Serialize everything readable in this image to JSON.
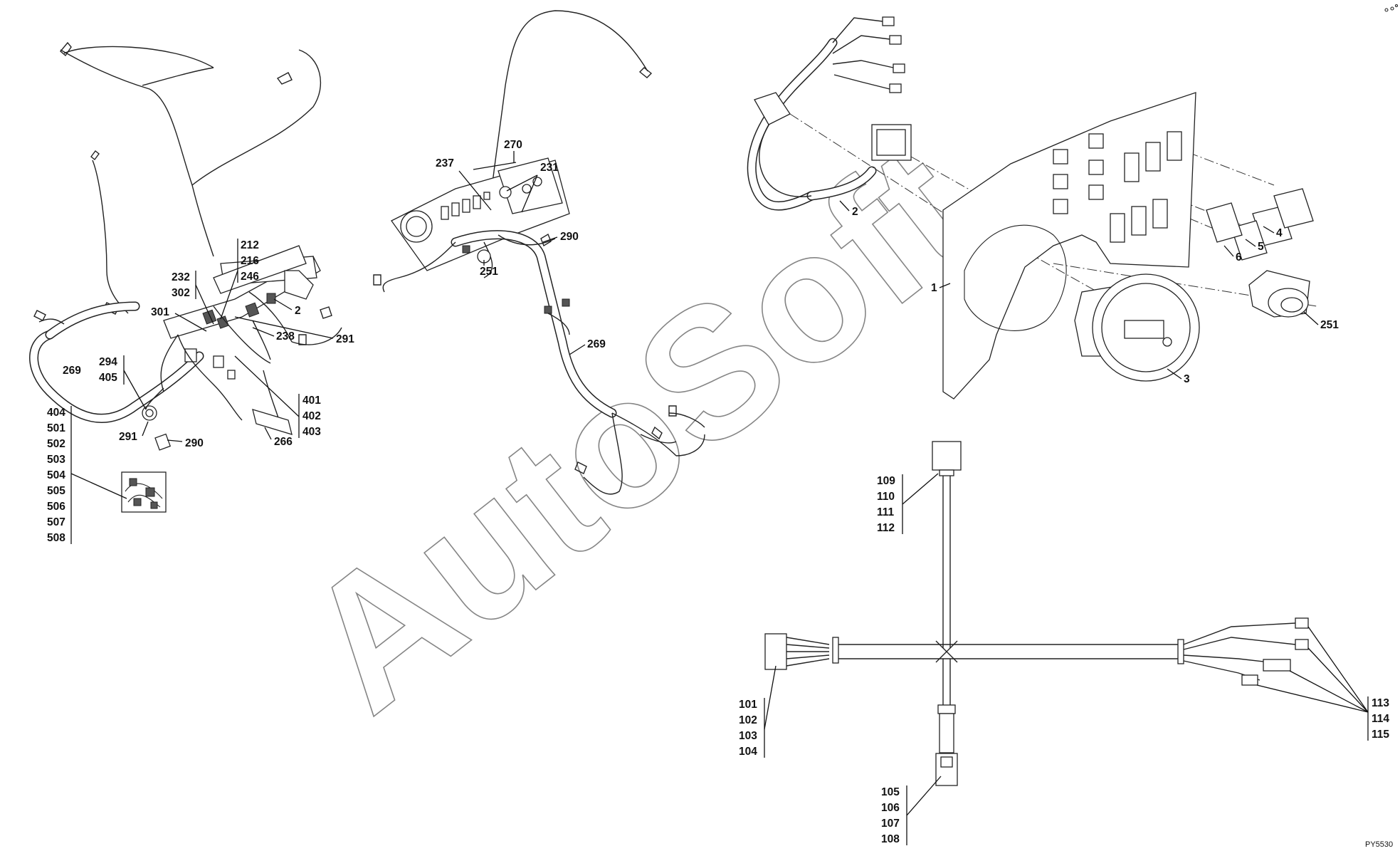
{
  "watermark": "AutoSoft",
  "drawing_code": "PY5530",
  "left_assembly": {
    "labels": {
      "l212": "212",
      "l216": "216",
      "l246": "246",
      "l232": "232",
      "l302": "302",
      "l301": "301",
      "l2": "2",
      "l238": "238",
      "l291a": "291",
      "l269": "269",
      "l294": "294",
      "l405": "405",
      "l291b": "291",
      "l290": "290",
      "l401": "401",
      "l402": "402",
      "l403": "403",
      "l266": "266"
    },
    "stack": [
      "404",
      "501",
      "502",
      "503",
      "504",
      "505",
      "506",
      "507",
      "508"
    ]
  },
  "middle_assembly": {
    "labels": {
      "l270": "270",
      "l237": "237",
      "l231": "231",
      "l290": "290",
      "l251": "251",
      "l269": "269"
    }
  },
  "panel_assembly": {
    "labels": {
      "l2": "2",
      "l1": "1",
      "l3": "3",
      "l4": "4",
      "l5": "5",
      "l6": "6",
      "l251": "251"
    }
  },
  "harness_diagram": {
    "top": [
      "109",
      "110",
      "111",
      "112"
    ],
    "left": [
      "101",
      "102",
      "103",
      "104"
    ],
    "bottom": [
      "105",
      "106",
      "107",
      "108"
    ],
    "right": [
      "113",
      "114",
      "115"
    ]
  }
}
